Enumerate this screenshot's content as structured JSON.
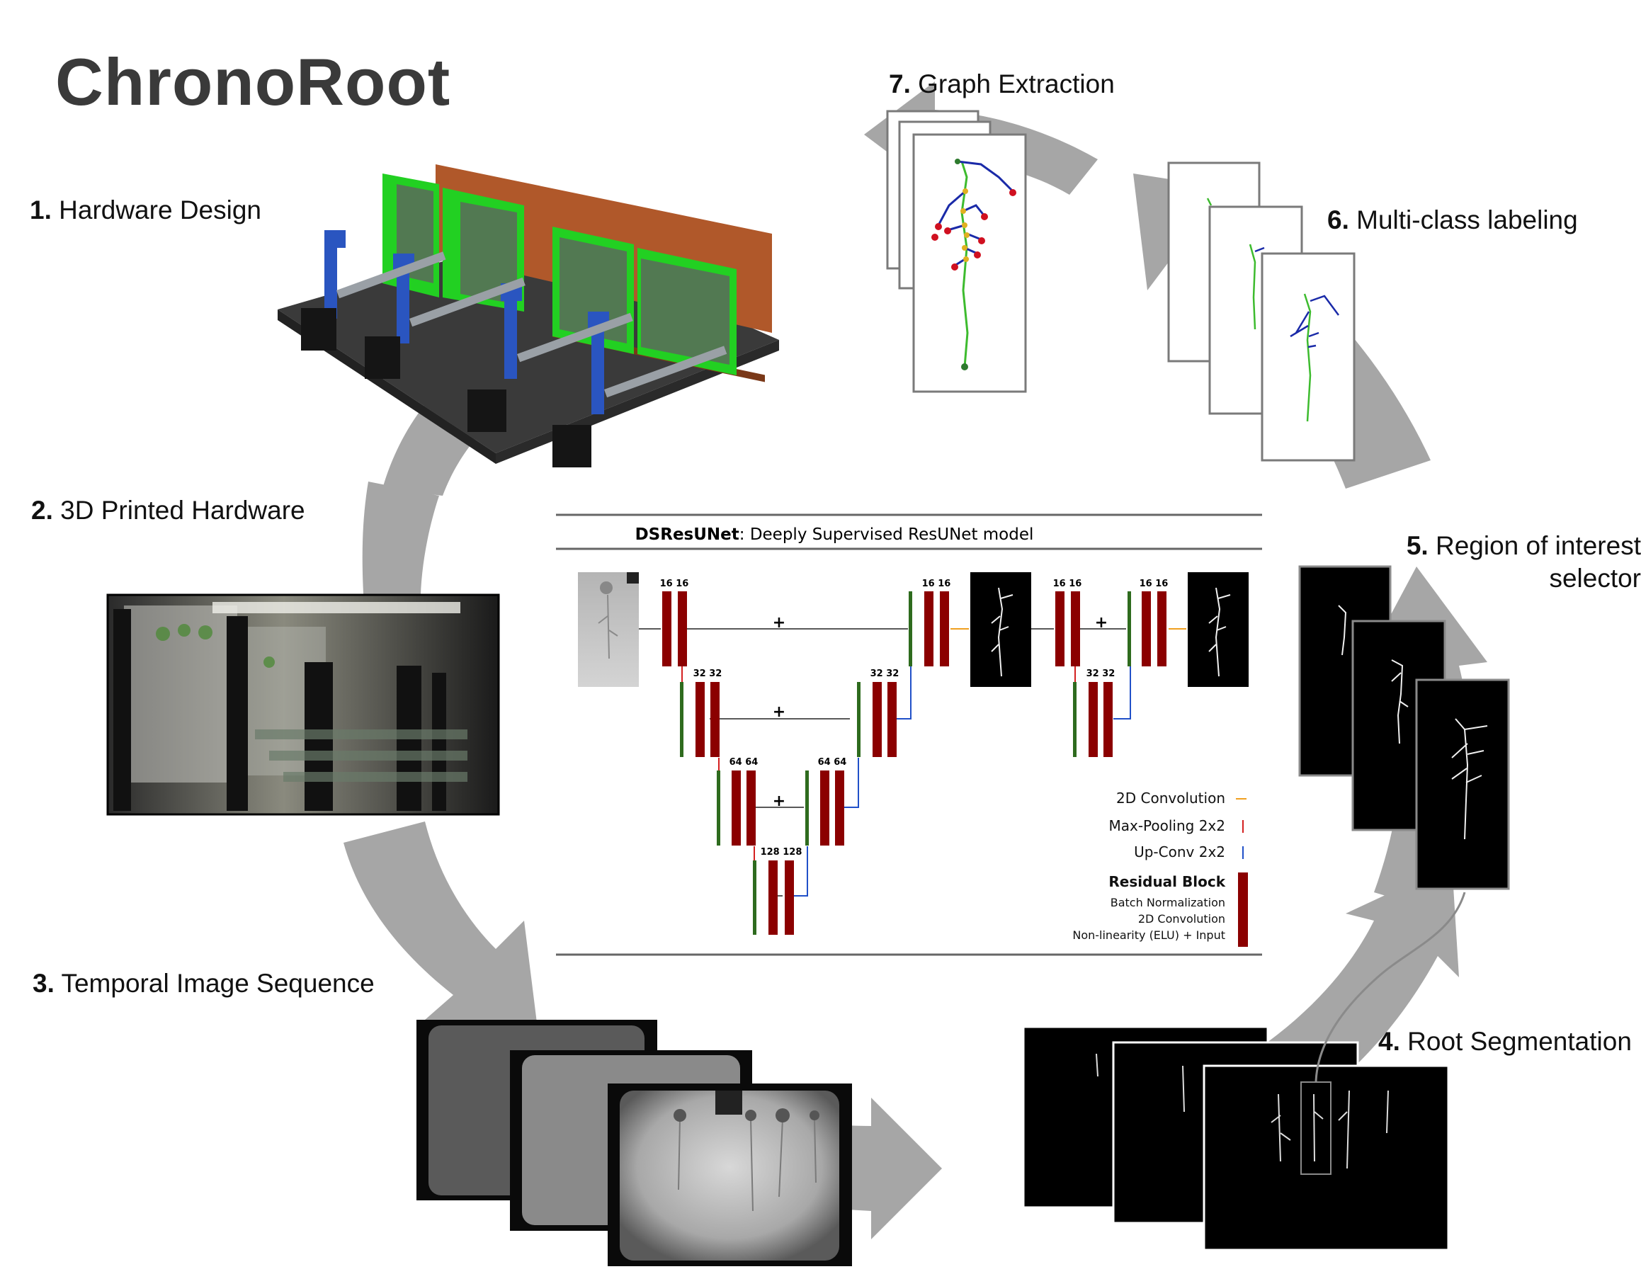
{
  "title": "ChronoRoot",
  "steps": [
    {
      "num": "1.",
      "label": "Hardware Design"
    },
    {
      "num": "2.",
      "label": "3D Printed Hardware"
    },
    {
      "num": "3.",
      "label": "Temporal Image Sequence"
    },
    {
      "num": "4.",
      "label": "Root Segmentation"
    },
    {
      "num": "5.",
      "label": "Region of interest",
      "label2": "selector"
    },
    {
      "num": "6.",
      "label": "Multi-class labeling"
    },
    {
      "num": "7.",
      "label": "Graph Extraction"
    }
  ],
  "model": {
    "name": "DSResUNet",
    "title_rest": ": Deeply Supervised ResUNet model",
    "plus": "+",
    "channels": {
      "l1a": "16 16",
      "l2a": "32 32",
      "l3a": "64 64",
      "l4": "128 128",
      "l3b": "64 64",
      "l2b": "32 32",
      "l1b": "16 16",
      "m1a": "16 16",
      "m2": "32 32",
      "m1b": "16 16"
    },
    "legend": {
      "conv": "2D Convolution",
      "pool": "Max-Pooling 2x2",
      "upconv": "Up-Conv 2x2",
      "block_title": "Residual Block",
      "block_l1": "Batch Normalization",
      "block_l2": "2D Convolution",
      "block_l3": "Non-linearity (ELU) + Input"
    }
  },
  "colors": {
    "cycle_arrow": "#a6a6a6",
    "block_red": "#8b0000",
    "block_green": "#2e6b1e",
    "conv_arrow": "#f0a020",
    "pool_arrow": "#d42020",
    "upconv_arrow": "#2050c8",
    "main_root": "#3dbb2e",
    "lateral_root": "#1a2aa8",
    "node_end": "#d01020",
    "node_branch": "#e0b020",
    "frame_gray": "#707070",
    "hardware_green": "#22d022",
    "hardware_blue": "#2a55c0",
    "hardware_wood": "#b0582a"
  },
  "icons": [
    "hardware-render-image",
    "chamber-photo-image",
    "plate-image",
    "segmentation-image",
    "roi-image",
    "labeling-image",
    "graph-image",
    "cycle-arrow"
  ]
}
